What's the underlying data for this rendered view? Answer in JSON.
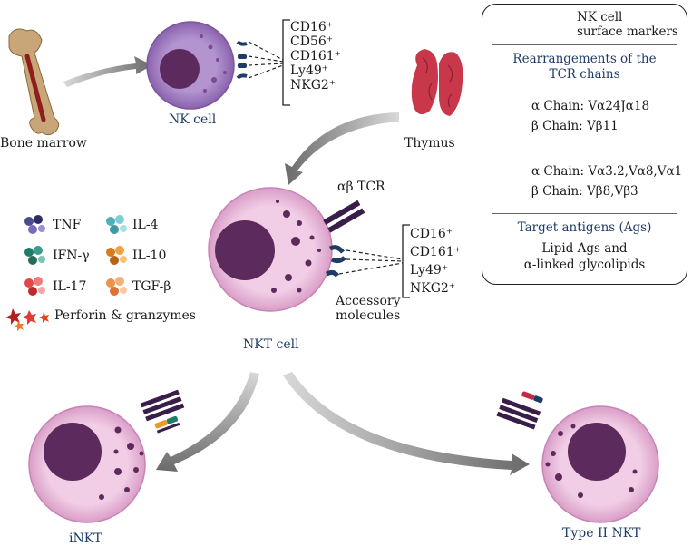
{
  "labels": {
    "bone_marrow": "Bone marrow",
    "nk_cell": "NK cell",
    "thymus": "Thymus",
    "nkt_cell": "NKT cell",
    "inkt": "iNKT",
    "type2_nkt": "Type II NKT",
    "ab_tcr": "αβ TCR",
    "accessory_line1": "Accessory",
    "accessory_line2": "molecules"
  },
  "nk_markers": [
    "CD16⁺",
    "CD56⁺",
    "CD161⁺",
    "Ly49⁺",
    "NKG2⁺"
  ],
  "nkt_markers": [
    "CD16⁺",
    "CD161⁺",
    "Ly49⁺",
    "NKG2⁺"
  ],
  "legend": {
    "tnf": "TNF",
    "il4": "IL-4",
    "ifn": "IFN-γ",
    "il10": "IL-10",
    "il17": "IL-17",
    "tgf": "TGF-β",
    "perforin": "Perforin & granzymes"
  },
  "info_box": {
    "surface_markers_line1": "NK cell",
    "surface_markers_line2": "surface markers",
    "rearrangements_line1": "Rearrangements of the",
    "rearrangements_line2": "TCR chains",
    "inkt_alpha": "α Chain: Vα24Jα18",
    "inkt_beta": "β Chain: Vβ11",
    "type2_alpha": "α Chain: Vα3.2,Vα8,Vα1",
    "type2_beta": "β Chain: Vβ8,Vβ3",
    "target_title": "Target antigens (Ags)",
    "target_line1": "Lipid Ags and",
    "target_line2": "α-linked glycolipids"
  },
  "colors": {
    "cell_membrane": "#e7b9d9",
    "cell_nucleus": "#5c2a5c",
    "nk_cell": "#a783c4",
    "navy_text": "#1f3b66",
    "tcr_bar": "#3a1e4a",
    "arrow": "#6f6f6f"
  }
}
